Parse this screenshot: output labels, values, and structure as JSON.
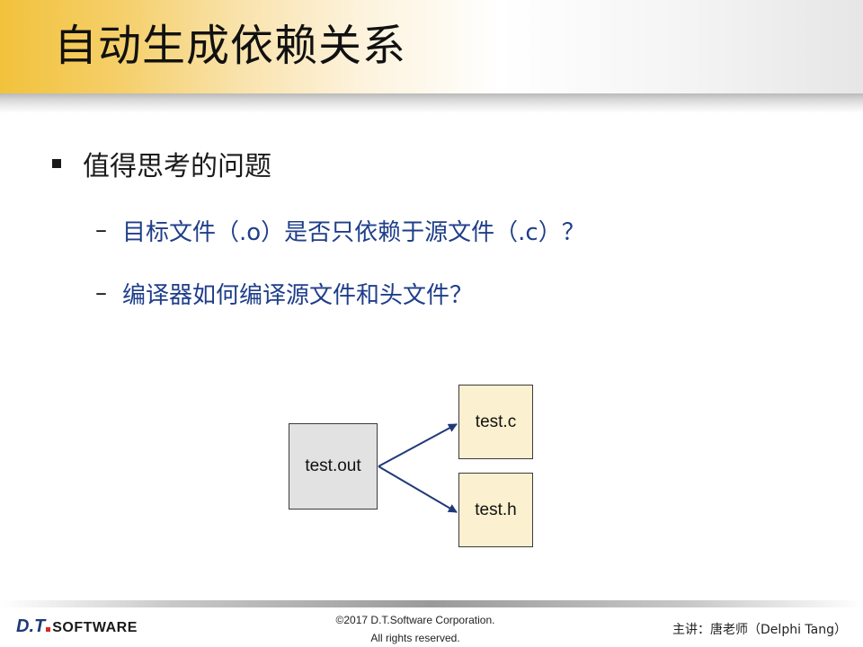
{
  "slide": {
    "title": "自动生成依赖关系"
  },
  "bullets": {
    "main": "值得思考的问题",
    "sub_dash": "–",
    "sub": [
      "目标文件（.o）是否只依赖于源文件（.c）？",
      "编译器如何编译源文件和头文件？"
    ]
  },
  "diagram": {
    "source_box": "test.out",
    "targets": [
      "test.c",
      "test.h"
    ],
    "colors": {
      "source_fill": "#e2e2e2",
      "target_fill": "#fbf0cf",
      "arrow": "#1f3a78"
    }
  },
  "footer": {
    "logo_dt": "D.T",
    "logo_soft": "SOFTWARE",
    "copyright_line1": "©2017 D.T.Software Corporation.",
    "copyright_line2": "All rights reserved.",
    "presenter": "主讲：唐老师（Delphi Tang）"
  },
  "theme": {
    "banner_accent": "#f2c23c",
    "sub_text_color": "#1f3e8a"
  }
}
